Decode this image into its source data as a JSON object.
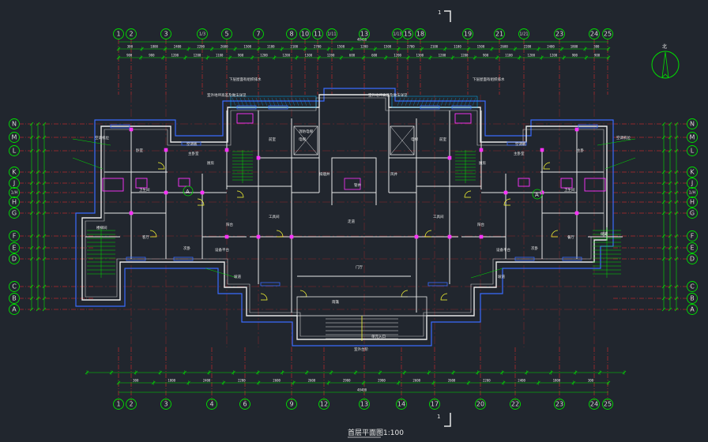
{
  "drawing": {
    "title": "首层平面图1:100",
    "section_mark": "1",
    "north_label": "北"
  },
  "grid": {
    "columns_top": [
      "1",
      "2",
      "3",
      "1/3",
      "5",
      "7",
      "8",
      "10",
      "11",
      "1/11",
      "13",
      "1/13",
      "15",
      "18",
      "19",
      "21",
      "1/21",
      "23",
      "24",
      "25"
    ],
    "columns_bottom": [
      "1",
      "2",
      "3",
      "4",
      "6",
      "9",
      "12",
      "13",
      "14",
      "17",
      "20",
      "22",
      "23",
      "24",
      "25"
    ],
    "rows": [
      "N",
      "M",
      "L",
      "K",
      "J",
      "1/H",
      "H",
      "G",
      "F",
      "E",
      "D",
      "C",
      "B",
      "A"
    ]
  },
  "dimensions": {
    "top_row1": [
      "300",
      "1800",
      "2400",
      "2200",
      "2600",
      "1500",
      "1100",
      "2100",
      "2700",
      "1500",
      "1200",
      "1500",
      "2700",
      "2100",
      "1100",
      "1500",
      "2600",
      "2200",
      "2400",
      "1800",
      "300"
    ],
    "top_row2": [
      "900",
      "900",
      "1200",
      "1200",
      "1100",
      "900",
      "1200",
      "1200",
      "1300",
      "1200",
      "600",
      "600",
      "1200",
      "1300",
      "1200",
      "1200",
      "900",
      "1100",
      "1200",
      "1200",
      "900",
      "900"
    ],
    "top_overall": "48400",
    "bottom_row1": [
      "300",
      "1800",
      "2400",
      "2200",
      "2600",
      "2600",
      "2900",
      "2900",
      "2600",
      "2600",
      "2200",
      "2400",
      "1800",
      "300"
    ],
    "bottom_overall": "48400"
  },
  "rooms": [
    "卧室",
    "客厅",
    "厨房",
    "卫生间",
    "主卧",
    "餐厅",
    "楼梯间",
    "电梯",
    "前室",
    "阳台",
    "工具间",
    "储藏",
    "走道",
    "门厅",
    "设备平台",
    "空调机位",
    "管井",
    "主卧室",
    "次卧"
  ],
  "annotations": [
    "下层屋面有组织排水",
    "室外地坪高差及做法详见",
    "空调板",
    "雨篷",
    "单元入口",
    "室外台阶",
    "坡道",
    "消防电梯",
    "排烟井",
    "风井"
  ],
  "callouts": [
    "A",
    "A"
  ],
  "colors": {
    "background": "#21262e",
    "wall": "#e8e8e8",
    "grid": "#ff2a2a",
    "dimension": "#00e000",
    "window": "#3a6bff",
    "door": "#ffff33",
    "fixture": "#ff33ff",
    "stair": "#00e000",
    "text": "#e8e8e8",
    "hatch": "#00b8ff"
  }
}
